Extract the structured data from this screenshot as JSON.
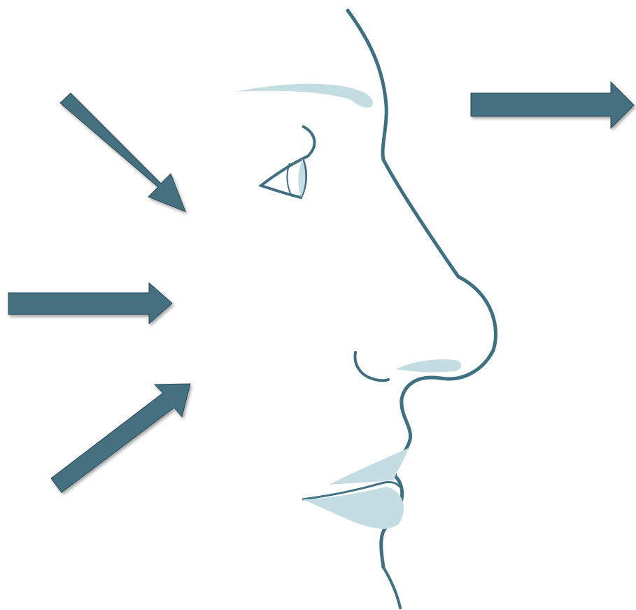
{
  "diagram": {
    "colors": {
      "arrow": "#456f80",
      "arrow_shadow": "#2b4a56",
      "outline": "#3f7082",
      "fill_light": "#c4dde3",
      "background": "#ffffff"
    },
    "arrows": [
      {
        "id": "incoming-upper",
        "direction": "down-right"
      },
      {
        "id": "incoming-middle",
        "direction": "right"
      },
      {
        "id": "incoming-lower",
        "direction": "up-right"
      },
      {
        "id": "outgoing",
        "direction": "right"
      }
    ],
    "figure": "face-profile"
  }
}
